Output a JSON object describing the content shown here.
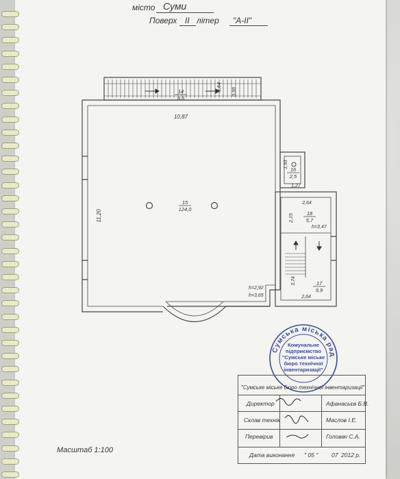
{
  "header": {
    "city_label": "місто",
    "city_value": "Суми",
    "floor_label": "Поверх",
    "floor_value": "II",
    "letter_label": "літер",
    "letter_value": "\"А-ІІ\""
  },
  "plan": {
    "dims": {
      "balcony_width": "8,64",
      "balcony_depth": "0,99",
      "hall_width": "10,87",
      "hall_height": "11,20",
      "wc_height": "1,93",
      "wc_width": "1,27",
      "stair_width": "2,64",
      "stair_depth": "2,15",
      "stair_lower": "3,74",
      "stair_bottom": "2,64",
      "stair_height": "h=3,47",
      "hall_h1": "h=2,92",
      "hall_h2": "h=3,65"
    },
    "rooms": [
      {
        "number": "14",
        "area": "8,6"
      },
      {
        "number": "15",
        "area": "124,0"
      },
      {
        "number": "16",
        "area": "2,5"
      },
      {
        "number": "18",
        "area": "5,7"
      },
      {
        "number": "17",
        "area": "9,9"
      }
    ]
  },
  "stamp": {
    "ring_text": "Сумська міська рада",
    "inner_lines": [
      "Комунальне",
      "підприємство",
      "\"Сумське міське",
      "бюро технічної",
      "інвентаризації\""
    ]
  },
  "title_block": {
    "org": "\"Сумське міське бюро технічної інвентаризації\"",
    "rows": [
      {
        "role": "Директор",
        "name": "Афанасьєв Б.В."
      },
      {
        "role": "Склав технік",
        "name": "Маслов І.Е."
      },
      {
        "role": "Перевірив",
        "name": "Головач С.А."
      }
    ],
    "date_label": "Дата виконання",
    "date_day": "\" 05 \"",
    "date_month": "07",
    "date_year": "2012 р."
  },
  "scale": "Масштаб 1:100"
}
